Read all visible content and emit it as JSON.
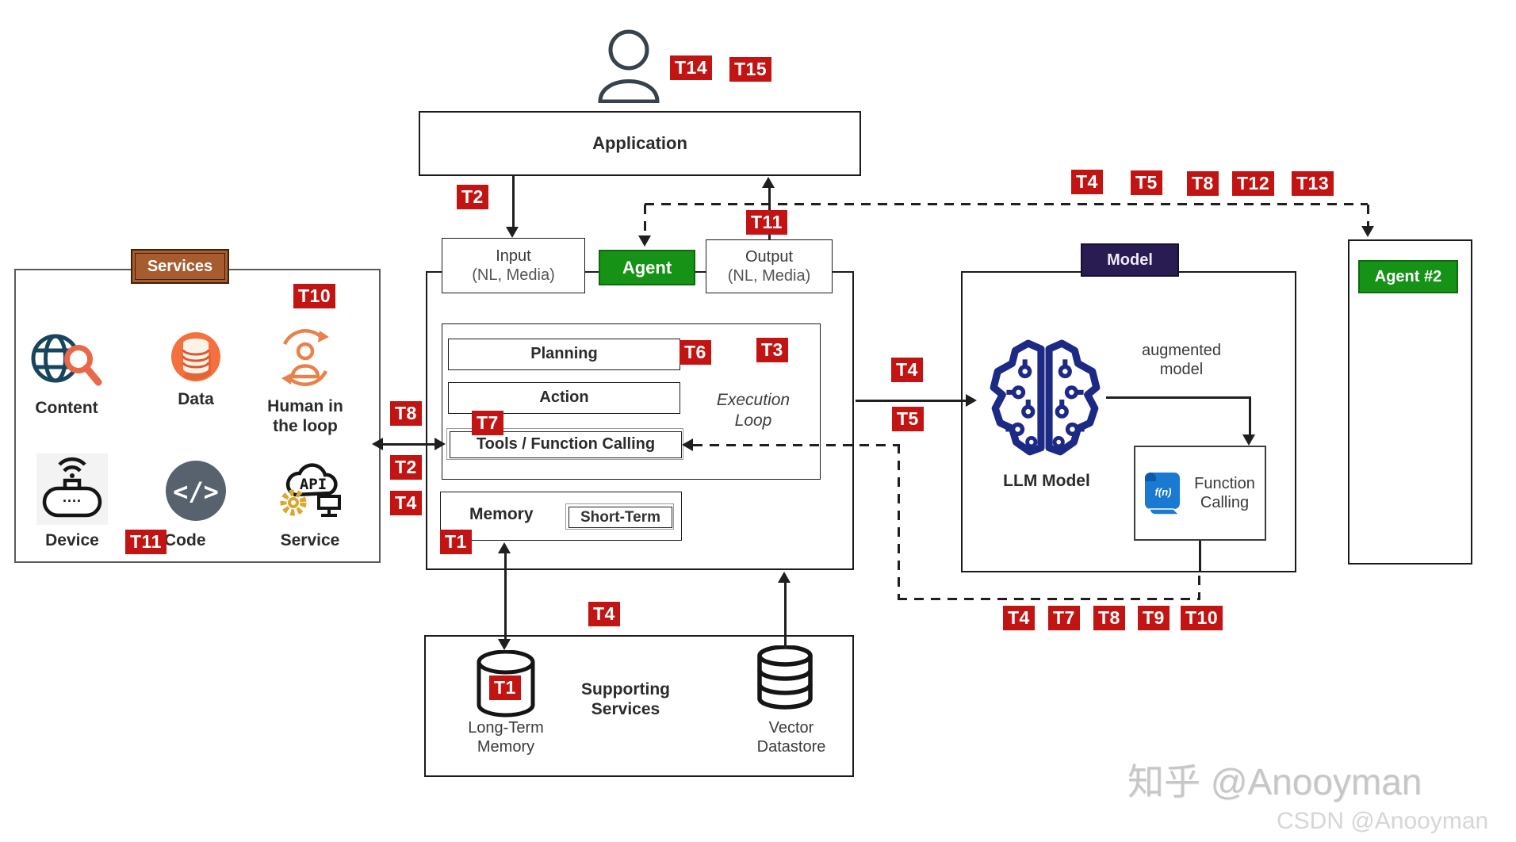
{
  "tags": {
    "t1": "T1",
    "t2": "T2",
    "t3": "T3",
    "t4": "T4",
    "t5": "T5",
    "t6": "T6",
    "t7": "T7",
    "t8": "T8",
    "t9": "T9",
    "t10": "T10",
    "t11": "T11",
    "t12": "T12",
    "t13": "T13",
    "t14": "T14",
    "t15": "T15"
  },
  "application": {
    "label": "Application"
  },
  "io": {
    "input": "Input",
    "input_sub": "(NL, Media)",
    "agent": "Agent",
    "output": "Output",
    "output_sub": "(NL, Media)"
  },
  "agent_box": {
    "planning": "Planning",
    "action": "Action",
    "tools": "Tools / Function Calling",
    "execution_loop": "Execution Loop",
    "memory": "Memory",
    "short_term": "Short-Term"
  },
  "services": {
    "title": "Services",
    "items": [
      {
        "label": "Content"
      },
      {
        "label": "Data"
      },
      {
        "label": "Human in the loop"
      },
      {
        "label": "Device"
      },
      {
        "label": "Code"
      },
      {
        "label": "Service"
      }
    ],
    "api_text": "API",
    "code_glyph": "</>",
    "device_dots": "····"
  },
  "model_box": {
    "title": "Model",
    "llm": "LLM Model",
    "augmented": "augmented model",
    "function_calling": "Function Calling",
    "fn_text": "f(n)"
  },
  "agent2": {
    "label": "Agent #2"
  },
  "supporting": {
    "title": "Supporting Services",
    "long_term": "Long-Term Memory",
    "vector": "Vector Datastore"
  },
  "watermarks": {
    "zhihu": "知乎 @Anooyman",
    "csdn": "CSDN @Anooyman"
  },
  "colors": {
    "tag_red": "#c31414",
    "agent_green": "#169216",
    "model_navy": "#281c52",
    "services_brown": "#a75c30",
    "brain_navy": "#1c2a85",
    "scroll_blue": "#1a7ad2"
  },
  "icons": [
    "user-icon",
    "globe-search-icon",
    "database-icon",
    "human-in-loop-icon",
    "device-icon",
    "code-icon",
    "api-cloud-icon",
    "brain-circuit-icon",
    "scroll-fn-icon",
    "cylinder-db-icon",
    "stacked-db-icon"
  ]
}
